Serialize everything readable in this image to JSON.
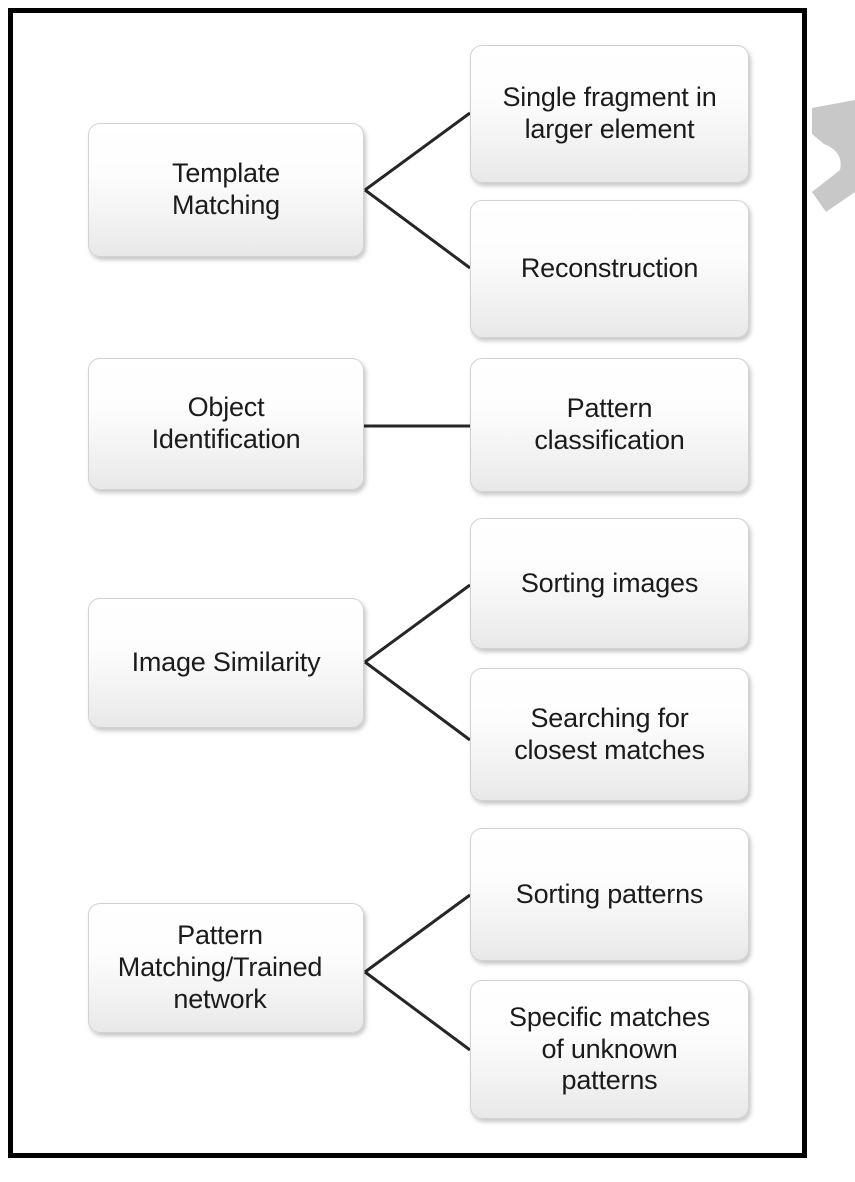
{
  "diagram": {
    "type": "tree",
    "title": "",
    "frame": {
      "border_color": "#000000",
      "background": "#ffffff"
    },
    "decoration": {
      "name": "grey-chevron-shape",
      "color": "#c8c8c8"
    },
    "node_style": {
      "fill_top": "#ffffff",
      "fill_bottom": "#e8e8e8",
      "border": "#d2d2d2",
      "text_color": "#1b1b1b"
    },
    "connector_color": "#262626",
    "branches": [
      {
        "parent": "Template\nMatching",
        "parent_plain": "Template Matching",
        "children": [
          {
            "label": "Single fragment in\nlarger element",
            "plain": "Single fragment in larger element"
          },
          {
            "label": "Reconstruction",
            "plain": "Reconstruction"
          }
        ]
      },
      {
        "parent": "Object\nIdentification",
        "parent_plain": "Object Identification",
        "children": [
          {
            "label": "Pattern\nclassification",
            "plain": "Pattern classification"
          }
        ]
      },
      {
        "parent": "Image Similarity",
        "parent_plain": "Image Similarity",
        "children": [
          {
            "label": "Sorting images",
            "plain": "Sorting images"
          },
          {
            "label": "Searching for\nclosest matches",
            "plain": "Searching for closest matches"
          }
        ]
      },
      {
        "parent": "Pattern\nMatching/Trained\nnetwork",
        "parent_plain": "Pattern Matching/Trained network",
        "children": [
          {
            "label": "Sorting patterns",
            "plain": "Sorting patterns"
          },
          {
            "label": "Specific matches\nof unknown\npatterns",
            "plain": "Specific matches of unknown patterns"
          }
        ]
      }
    ]
  }
}
